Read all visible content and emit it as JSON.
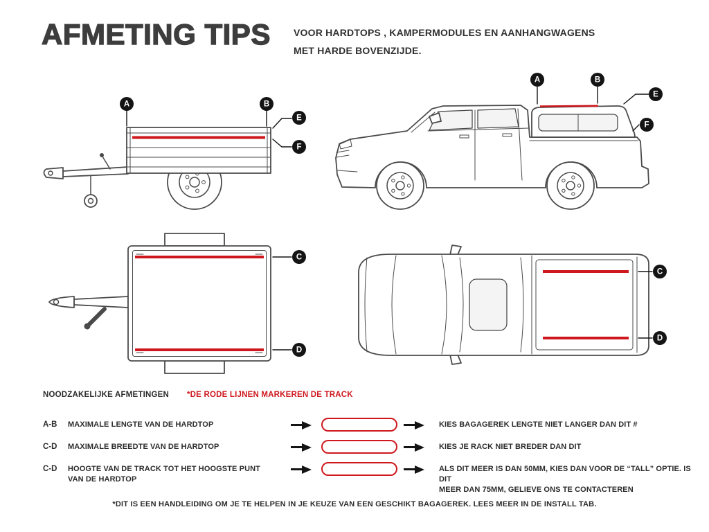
{
  "colors": {
    "track_red": "#ce181e",
    "ink": "#2b2b2b",
    "title_ink": "#3d3d3d",
    "badge_black": "#141414",
    "drawing_line": "#4a4a4a"
  },
  "header": {
    "title": "AFMETING TIPS",
    "subtitle_line1": "VOOR HARDTOPS , KAMPERMODULES EN AANHANGWAGENS",
    "subtitle_line2": "MET HARDE BOVENZIJDE."
  },
  "diagram_labels": {
    "a": "A",
    "b": "B",
    "c": "C",
    "d": "D",
    "e": "E",
    "f": "F"
  },
  "section": {
    "heading": "NOODZAKELIJKE AFMETINGEN",
    "legend": "*DE RODE LIJNEN MARKEREN DE TRACK"
  },
  "measurements": [
    {
      "key": "A-B",
      "label": "MAXIMALE LENGTE VAN DE HARDTOP",
      "instruction": "KIES BAGAGEREK LENGTE NIET LANGER DAN DIT #"
    },
    {
      "key": "C-D",
      "label": "MAXIMALE BREEDTE VAN DE HARDTOP",
      "instruction": "KIES JE RACK NIET BREDER DAN DIT"
    },
    {
      "key": "C-D",
      "label": "HOOGTE VAN DE TRACK TOT HET HOOGSTE PUNT\nVAN DE HARDTOP",
      "instruction": "ALS DIT MEER IS DAN 50MM, KIES DAN VOOR DE “TALL” OPTIE. IS DIT\nMEER DAN 75MM, GELIEVE ONS TE CONTACTEREN"
    }
  ],
  "footnote": "*DIT IS EEN HANDLEIDING OM JE TE HELPEN IN JE KEUZE VAN EEN GESCHIKT BAGAGEREK. LEES MEER IN DE INSTALL TAB."
}
